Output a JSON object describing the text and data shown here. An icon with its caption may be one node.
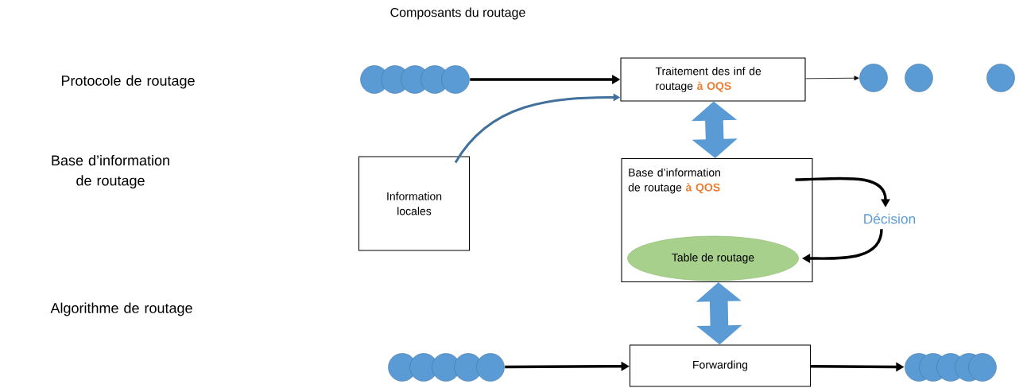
{
  "diagram": {
    "title": "Composants du routage",
    "nodes": [
      {
        "text": [
          "Traitement des inf de routage",
          "à OQS"
        ]
      },
      {
        "text": [
          "Information locales"
        ]
      },
      {
        "text": [
          "Base d’information de routage",
          "à QOS"
        ]
      },
      {
        "text": [
          "Table de routage"
        ],
        "in": 2
      },
      {
        "text": [
          "Décision"
        ]
      },
      {
        "text": [
          "Forwarding"
        ]
      },
      {
        "text": [],
        "shape": "picture"
      },
      {
        "text": [],
        "shape": "circle"
      },
      {
        "text": [],
        "shape": "circle"
      },
      {
        "text": [],
        "shape": "circle"
      },
      {
        "text": [],
        "shape": "picture"
      },
      {
        "text": [],
        "shape": "picture"
      }
    ],
    "edges": [
      {
        "from": 6,
        "to": 0,
        "arrow": "to"
      },
      {
        "from": 0,
        "to": 7,
        "arrow": "to"
      },
      {
        "from": 1,
        "to": 0,
        "arrow": "to",
        "color": "#41719c"
      },
      {
        "from": 0,
        "to": 2,
        "arrow": "both",
        "style": "thick",
        "color": "#5b9bd5"
      },
      {
        "from": 2,
        "to": 4,
        "arrow": "to"
      },
      {
        "from": 4,
        "to": 3,
        "arrow": "to"
      },
      {
        "from": 2,
        "to": 5,
        "arrow": "both",
        "style": "thick",
        "color": "#5b9bd5"
      },
      {
        "from": 10,
        "to": 5,
        "arrow": "to"
      },
      {
        "from": 5,
        "to": 11,
        "arrow": "to"
      }
    ],
    "labels": [
      "Protocole de routage",
      "Base d’information de routage",
      "Algorithme de routage"
    ]
  }
}
